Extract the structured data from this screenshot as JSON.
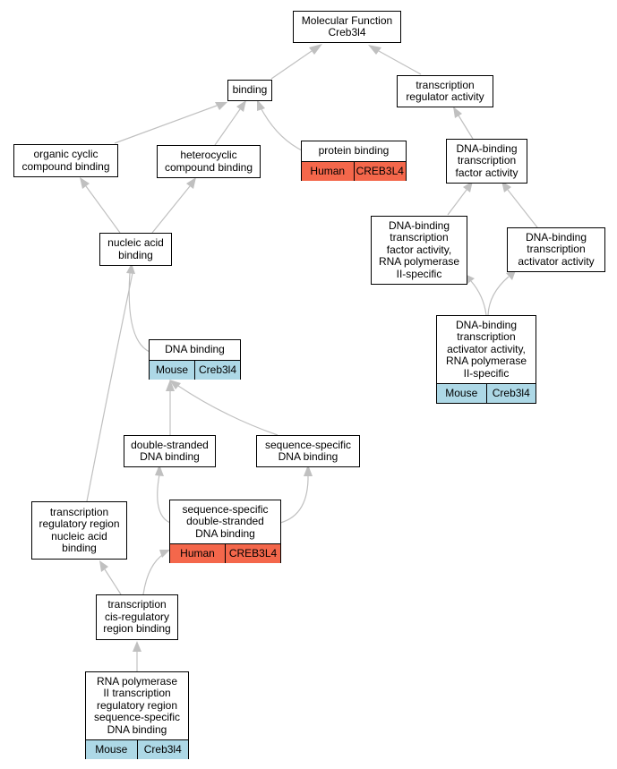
{
  "colors": {
    "edge": "#c0c0c0",
    "human": "#f4674b",
    "mouse": "#add8e6"
  },
  "nodes": {
    "molecular_function": "Molecular Function\nCreb3l4",
    "binding": "binding",
    "transcription_regulator_activity": "transcription\nregulator activity",
    "organic_cyclic_compound_binding": "organic cyclic\ncompound binding",
    "heterocyclic_compound_binding": "heterocyclic\ncompound binding",
    "protein_binding": "protein binding",
    "dna_binding_tf_activity": "DNA-binding\ntranscription\nfactor activity",
    "nucleic_acid_binding": "nucleic acid\nbinding",
    "dna_binding_tf_activity_rnapii": "DNA-binding\ntranscription\nfactor activity,\nRNA polymerase\nII-specific",
    "dna_binding_ta_activity": "DNA-binding\ntranscription\nactivator activity",
    "dna_binding_ta_activity_rnapii": "DNA-binding\ntranscription\nactivator activity,\nRNA polymerase\nII-specific",
    "dna_binding": "DNA binding",
    "double_stranded_dna_binding": "double-stranded\nDNA binding",
    "sequence_specific_dna_binding": "sequence-specific\nDNA binding",
    "transcription_regulatory_region_nab": "transcription\nregulatory region\nnucleic acid\nbinding",
    "seq_specific_ds_dna_binding": "sequence-specific\ndouble-stranded\nDNA binding",
    "transcription_cis_regulatory_region_binding": "transcription\ncis-regulatory\nregion binding",
    "rnapii_trr_seq_specific_dna_binding": "RNA polymerase\nII transcription\nregulatory region\nsequence-specific\nDNA binding"
  },
  "annotations": {
    "protein_binding": {
      "species": "Human",
      "gene": "CREB3L4"
    },
    "dna_binding_ta_activity_rnapii": {
      "species": "Mouse",
      "gene": "Creb3l4"
    },
    "dna_binding": {
      "species": "Mouse",
      "gene": "Creb3l4"
    },
    "seq_specific_ds_dna_binding": {
      "species": "Human",
      "gene": "CREB3L4"
    },
    "rnapii_trr_seq_specific_dna_binding": {
      "species": "Mouse",
      "gene": "Creb3l4"
    }
  }
}
